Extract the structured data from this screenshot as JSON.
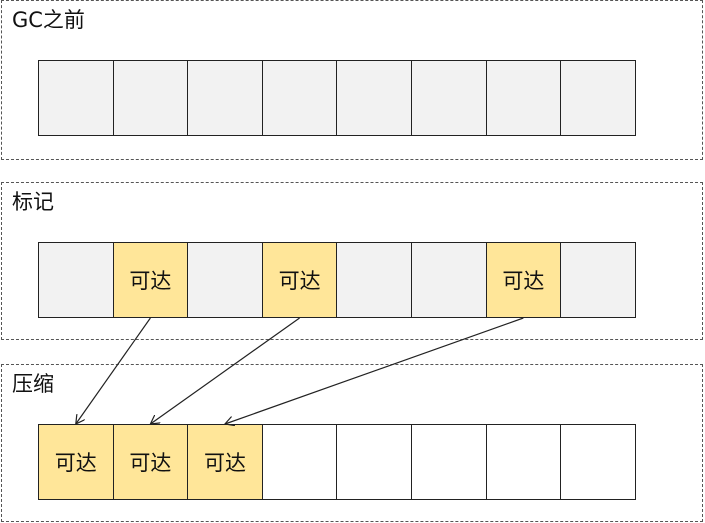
{
  "panels": {
    "before": {
      "title": "GC之前"
    },
    "mark": {
      "title": "标记"
    },
    "compact": {
      "title": "压缩"
    }
  },
  "rows": {
    "before": [
      "",
      "",
      "",
      "",
      "",
      "",
      "",
      ""
    ],
    "mark": [
      "",
      "可达",
      "",
      "可达",
      "",
      "",
      "可达",
      ""
    ],
    "compact": [
      "可达",
      "可达",
      "可达",
      "",
      "",
      "",
      "",
      ""
    ]
  },
  "row_states": {
    "before": [
      "empty",
      "empty",
      "empty",
      "empty",
      "empty",
      "empty",
      "empty",
      "empty"
    ],
    "mark": [
      "empty",
      "reachable",
      "empty",
      "reachable",
      "empty",
      "empty",
      "reachable",
      "empty"
    ],
    "compact": [
      "reachable",
      "reachable",
      "reachable",
      "free",
      "free",
      "free",
      "free",
      "free"
    ]
  },
  "colors": {
    "empty": "#f2f2f2",
    "reachable": "#ffe699",
    "free": "#ffffff",
    "border": "#222222"
  },
  "arrows": [
    {
      "from": 1,
      "to": 0
    },
    {
      "from": 3,
      "to": 1
    },
    {
      "from": 6,
      "to": 2
    }
  ]
}
